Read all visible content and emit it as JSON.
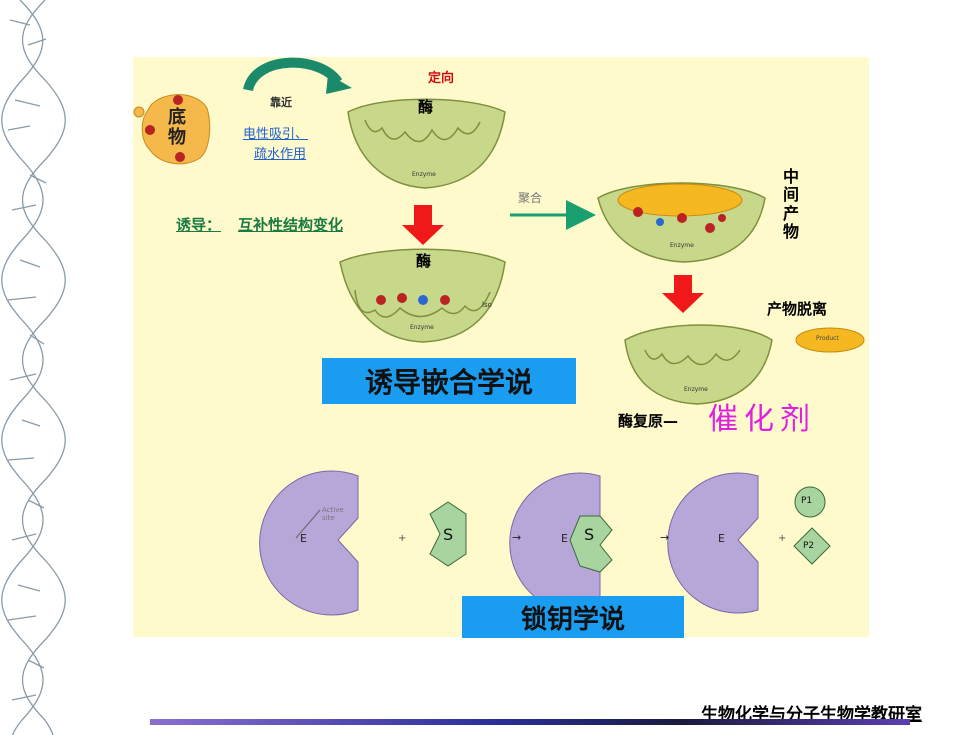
{
  "induced_fit": {
    "substrate": "底物",
    "direction": "定向",
    "approach": "靠近",
    "forces_line1": "电性吸引、",
    "forces_line2": "疏水作用",
    "enzyme": "酶",
    "induction_label": "诱导：",
    "induction_text": "互补性结构变化",
    "polymerize": "聚合",
    "intermediate": "中间产物",
    "product_release": "产物脱离",
    "product_tag": "Product",
    "enzyme_restore": "酶复原—",
    "catalyst": "催化剂",
    "title": "诱导嵌合学说",
    "enzyme_tag": "Enzyme",
    "site_tag": "lso"
  },
  "lock_key": {
    "E": "E",
    "S": "S",
    "P1": "P1",
    "P2": "P2",
    "active_site": "Active site",
    "plus": "+",
    "arrow": "→",
    "title": "锁钥学说"
  },
  "footer": "生物化学与分子生物学教研室",
  "colors": {
    "panel": "#fffacc",
    "enzyme_fill": "#c7d88a",
    "enzyme_stroke": "#7f8f3c",
    "red_arrow": "#f01818",
    "green_arrow": "#1aa070",
    "substrate": "#f5b84a",
    "catalyst_text": "#e020e0",
    "title_box": "#1a9cf0",
    "lock_enzyme": "#b7a6d8",
    "lock_substrate": "#a8d4a0"
  }
}
